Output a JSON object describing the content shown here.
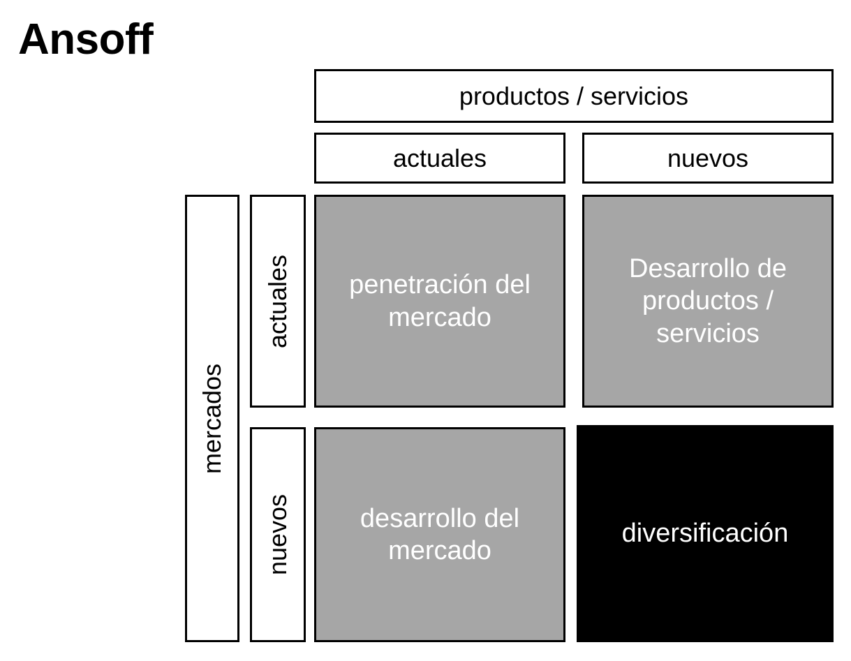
{
  "page": {
    "title": "Ansoff",
    "background_color": "#ffffff"
  },
  "colors": {
    "cell_gray": "#a6a6a6",
    "cell_black": "#000000",
    "border": "#000000",
    "cell_text": "#ffffff",
    "label_text": "#000000"
  },
  "matrix": {
    "columns_axis_label": "productos / servicios",
    "rows_axis_label": "mercados",
    "column_headers": [
      {
        "label": "actuales"
      },
      {
        "label": "nuevos"
      }
    ],
    "row_headers": [
      {
        "label": "actuales"
      },
      {
        "label": "nuevos"
      }
    ],
    "cells": [
      {
        "id": "market-penetration",
        "row": "actuales",
        "column": "actuales",
        "label": "penetración del mercado",
        "fill": "#a6a6a6",
        "text_color": "#ffffff"
      },
      {
        "id": "product-development",
        "row": "actuales",
        "column": "nuevos",
        "label": "Desarrollo de productos / servicios",
        "fill": "#a6a6a6",
        "text_color": "#ffffff"
      },
      {
        "id": "market-development",
        "row": "nuevos",
        "column": "actuales",
        "label": "desarrollo del mercado",
        "fill": "#a6a6a6",
        "text_color": "#ffffff"
      },
      {
        "id": "diversification",
        "row": "nuevos",
        "column": "nuevos",
        "label": "diversificación",
        "fill": "#000000",
        "text_color": "#ffffff"
      }
    ]
  }
}
